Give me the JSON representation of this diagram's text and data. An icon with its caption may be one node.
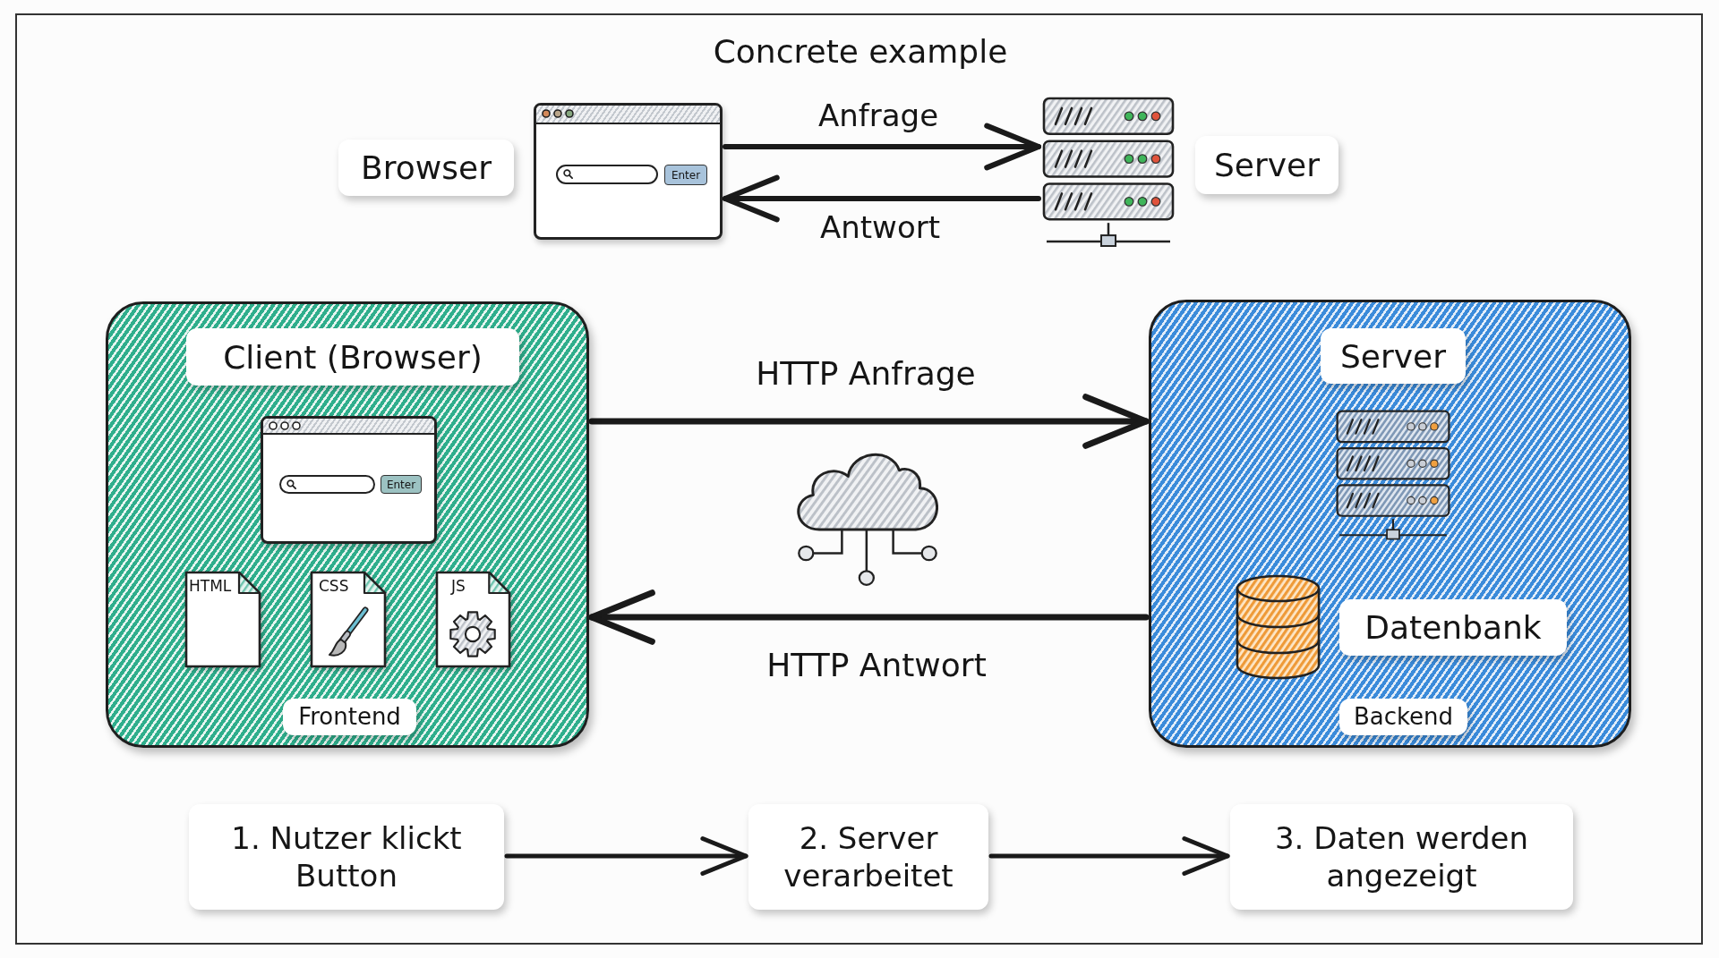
{
  "diagram": {
    "title": "Concrete example",
    "nodes": [
      {
        "text": [
          "Browser"
        ]
      },
      {
        "text": [
          "Enter"
        ]
      },
      {
        "text": [],
        "shape": "picture"
      },
      {
        "text": [
          "Server"
        ]
      },
      {
        "text": [],
        "shape": "box"
      },
      {
        "text": [
          "Client (Browser)"
        ],
        "in": 4
      },
      {
        "text": [
          "Enter"
        ],
        "in": 4
      },
      {
        "text": [
          "HTML"
        ],
        "in": 4
      },
      {
        "text": [
          "CSS"
        ],
        "in": 4
      },
      {
        "text": [
          "JS"
        ],
        "in": 4
      },
      {
        "text": [
          "Frontend"
        ],
        "in": 4
      },
      {
        "text": [],
        "shape": "box"
      },
      {
        "text": [
          "Server"
        ],
        "in": 11
      },
      {
        "text": [
          "Datenbank"
        ],
        "in": 11
      },
      {
        "text": [
          "Backend"
        ],
        "in": 11
      },
      {
        "text": [
          "1. Nutzer klickt Button"
        ]
      },
      {
        "text": [
          "2. Server verarbeitet"
        ]
      },
      {
        "text": [
          "3. Daten werden angezeigt"
        ]
      }
    ],
    "edges": [
      {
        "from": 1,
        "to": 2,
        "arrow": "to",
        "label": "Anfrage"
      },
      {
        "from": 2,
        "to": 1,
        "arrow": "to",
        "label": "Antwort"
      },
      {
        "from": 4,
        "to": 11,
        "arrow": "to",
        "label": "HTTP Anfrage"
      },
      {
        "from": 11,
        "to": 4,
        "arrow": "to",
        "label": "HTTP Antwort"
      },
      {
        "from": 15,
        "to": 16,
        "arrow": "to"
      },
      {
        "from": 16,
        "to": 17,
        "arrow": "to"
      }
    ]
  }
}
